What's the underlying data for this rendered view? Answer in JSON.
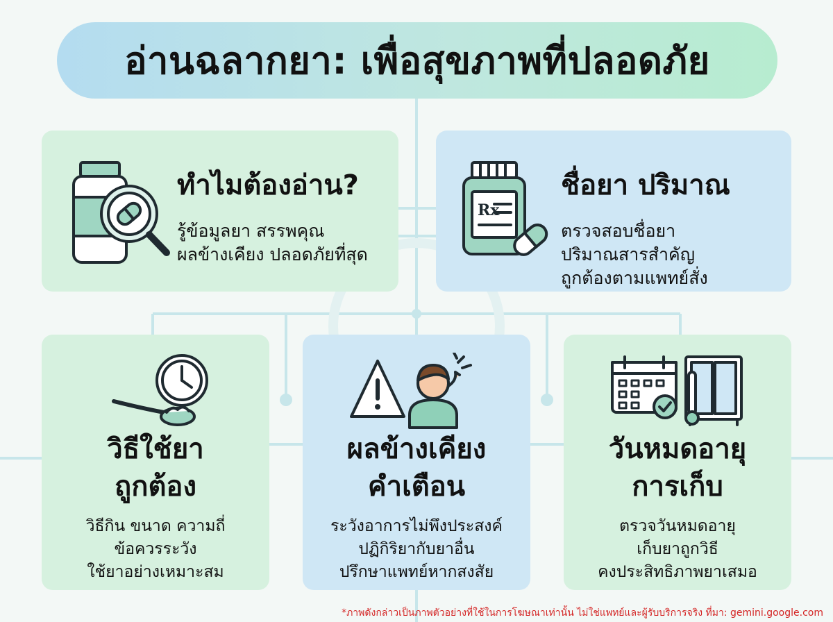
{
  "title": "อ่านฉลากยา: เพื่อสุขภาพที่ปลอดภัย",
  "cards": {
    "why": {
      "heading": "ทำไมต้องอ่าน?",
      "lines": [
        "รู้ข้อมูลยา สรรพคุณ",
        "ผลข้างเคียง ปลอดภัยที่สุด"
      ],
      "icon": "medicine-bottle-magnifier-icon"
    },
    "name": {
      "heading": "ชื่อยา ปริมาณ",
      "lines": [
        "ตรวจสอบชื่อยา",
        "ปริมาณสารสำคัญ",
        "ถูกต้องตามแพทย์สั่ง"
      ],
      "icon": "rx-bottle-capsule-icon",
      "rx_label": "Rx"
    },
    "use": {
      "heading": [
        "วิธีใช้ยา",
        "ถูกต้อง"
      ],
      "lines": [
        "วิธีกิน ขนาด ความถี่",
        "ข้อควรระวัง",
        "ใช้ยาอย่างเหมาะสม"
      ],
      "icon": "clock-spoon-icon"
    },
    "side": {
      "heading": [
        "ผลข้างเคียง",
        "คำเตือน"
      ],
      "lines": [
        "ระวังอาการไม่พึงประสงค์",
        "ปฏิกิริยากับยาอื่น",
        "ปรึกษาแพทย์หากสงสัย"
      ],
      "icon": "warning-headache-icon"
    },
    "exp": {
      "heading": [
        "วันหมดอายุ",
        "การเก็บ"
      ],
      "lines": [
        "ตรวจวันหมดอายุ",
        "เก็บยาถูกวิธี",
        "คงประสิทธิภาพยาเสมอ"
      ],
      "icon": "calendar-thermometer-cabinet-icon"
    }
  },
  "disclaimer": "*ภาพดังกล่าวเป็นภาพตัวอย่างที่ใช้ในการโฆษณาเท่านั้น ไม่ใช่แพทย์และผู้รับบริการจริง ที่มา: gemini.google.com",
  "colors": {
    "green_card": "#d6f1df",
    "blue_card": "#cfe7f5",
    "icon_teal": "#8fd0b8",
    "icon_outline": "#1f2a30",
    "disclaimer": "#d42424"
  }
}
